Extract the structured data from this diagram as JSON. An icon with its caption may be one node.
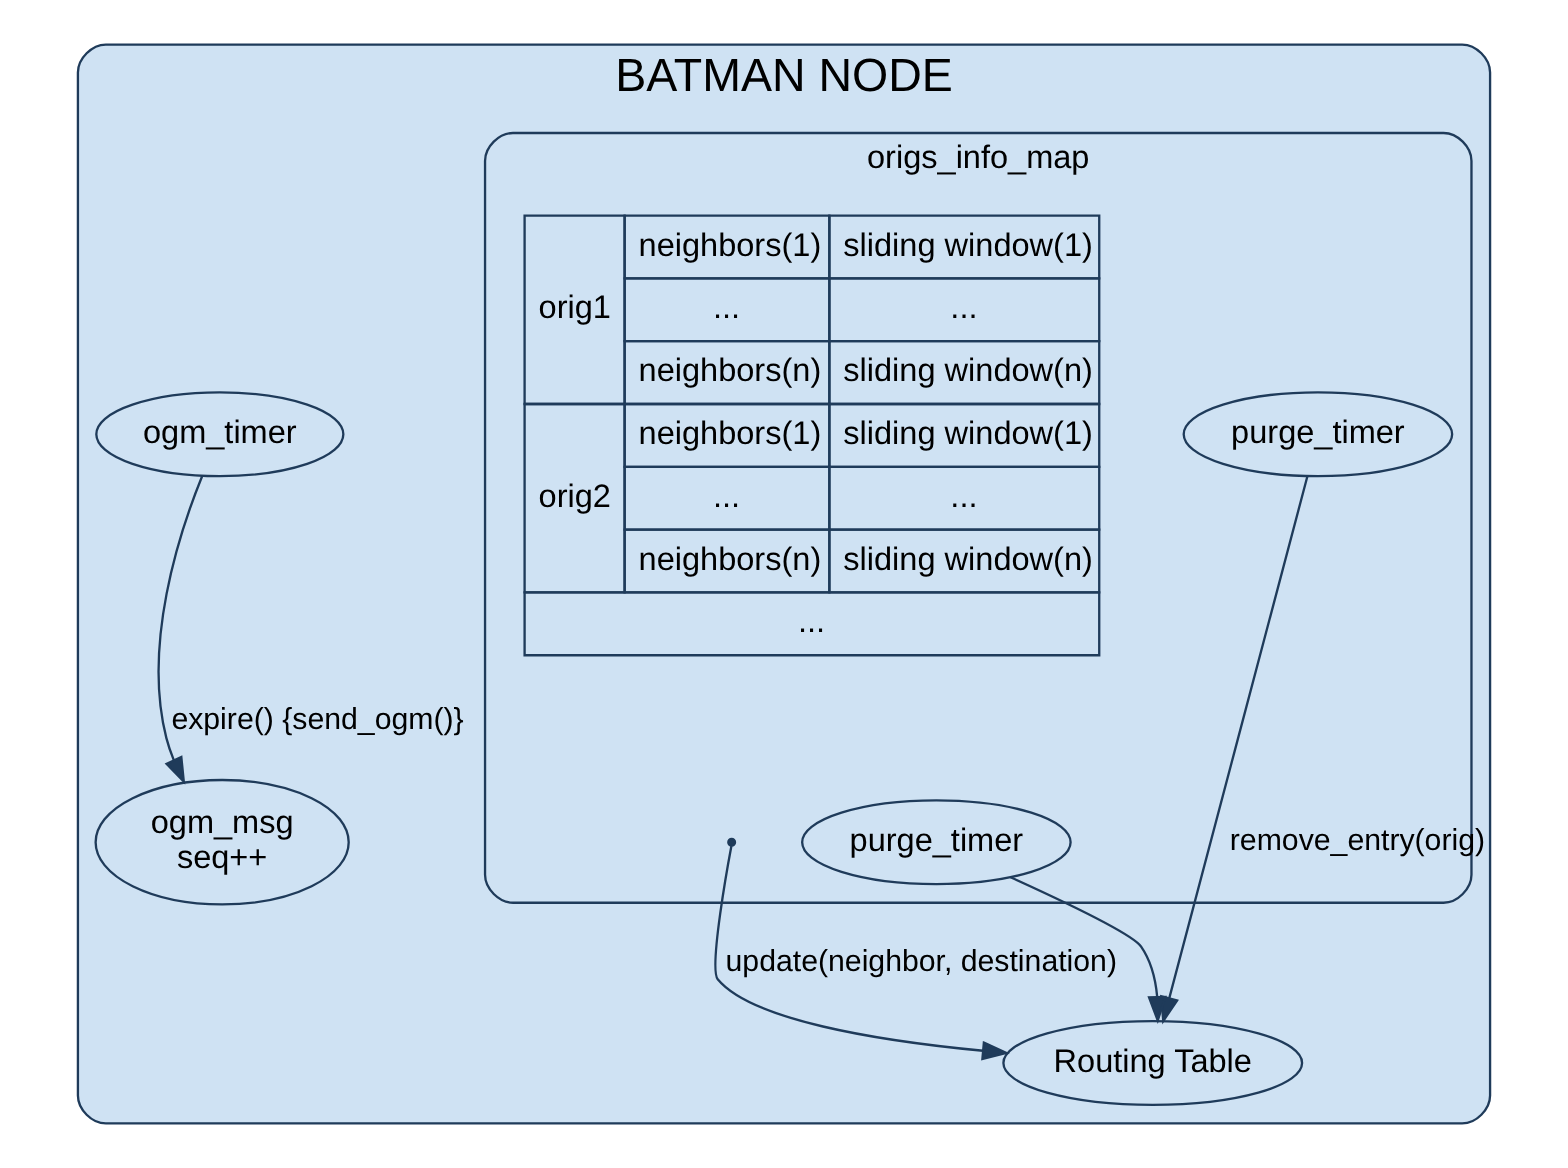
{
  "diagram": {
    "nodes": [
      {
        "text": [
          "BATMAN NODE"
        ]
      },
      {
        "text": [
          "origs_info_map"
        ],
        "in": 0
      },
      {
        "text": [
          "ogm_timer"
        ],
        "in": 0
      },
      {
        "text": [
          "ogm_msg",
          "seq++"
        ],
        "in": 0
      },
      {
        "text": [
          "purge_timer"
        ],
        "in": 1
      },
      {
        "text": [
          "purge_timer"
        ],
        "in": 1
      },
      {
        "text": [
          "Routing Table"
        ],
        "in": 0
      }
    ],
    "edges": [
      {
        "from": 2,
        "to": 3,
        "arrow": "to",
        "label": "expire() {send_ogm()}"
      },
      {
        "from": 4,
        "to": 6,
        "arrow": "to",
        "label": "remove_entry(orig)"
      },
      {
        "from": 5,
        "to": 6,
        "arrow": "to"
      },
      {
        "from": null,
        "to": 6,
        "arrow": "to",
        "label": "update(neighbor, destination)"
      }
    ],
    "labels": [
      "orig1",
      "neighbors(1)",
      "sliding window(1)",
      "...",
      "...",
      "neighbors(n)",
      "sliding window(n)",
      "orig2",
      "neighbors(1)",
      "sliding window(1)",
      "...",
      "...",
      "neighbors(n)",
      "sliding window(n)",
      "..."
    ]
  }
}
